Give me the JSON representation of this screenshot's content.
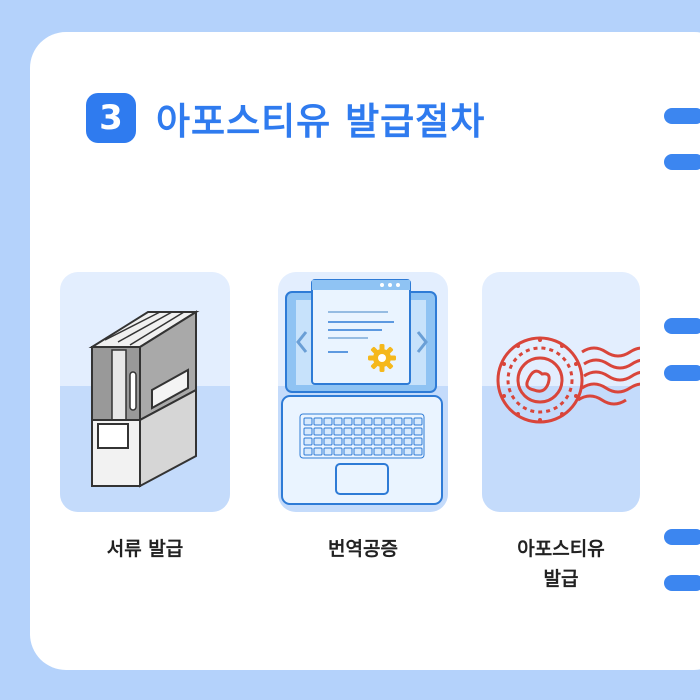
{
  "header": {
    "step_number": "3",
    "title": "아포스티유 발급절차"
  },
  "steps": [
    {
      "label": "서류 발급",
      "icon": "document-folder-icon"
    },
    {
      "label": "번역공증",
      "icon": "laptop-translation-icon"
    },
    {
      "label": "아포스티유",
      "label2": "발급",
      "icon": "apostille-stamp-icon"
    }
  ],
  "colors": {
    "accent": "#2f7bef",
    "background": "#b4d2fb",
    "tile_light": "#e3eefe",
    "tile_dark": "#c4dbfb",
    "stamp": "#d9453a"
  }
}
